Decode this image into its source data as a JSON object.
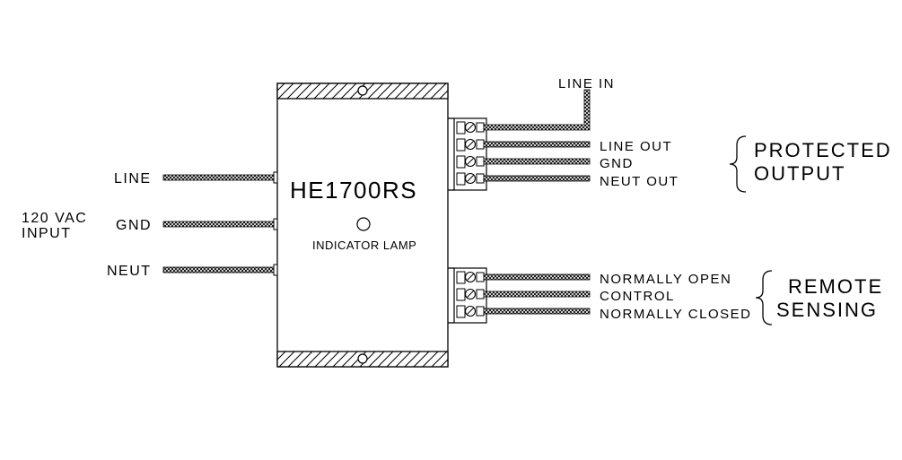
{
  "device": {
    "model": "HE1700RS",
    "lamp_label": "INDICATOR LAMP"
  },
  "input": {
    "group_label_line1": "120 VAC",
    "group_label_line2": "INPUT",
    "wires": [
      "LINE",
      "GND",
      "NEUT"
    ]
  },
  "protected": {
    "line_in": "LINE IN",
    "wires": [
      "LINE OUT",
      "GND",
      "NEUT OUT"
    ],
    "group_label_line1": "PROTECTED",
    "group_label_line2": "OUTPUT"
  },
  "remote": {
    "wires": [
      "NORMALLY OPEN",
      "CONTROL",
      "NORMALLY CLOSED"
    ],
    "group_label_line1": "REMOTE",
    "group_label_line2": "SENSING"
  }
}
